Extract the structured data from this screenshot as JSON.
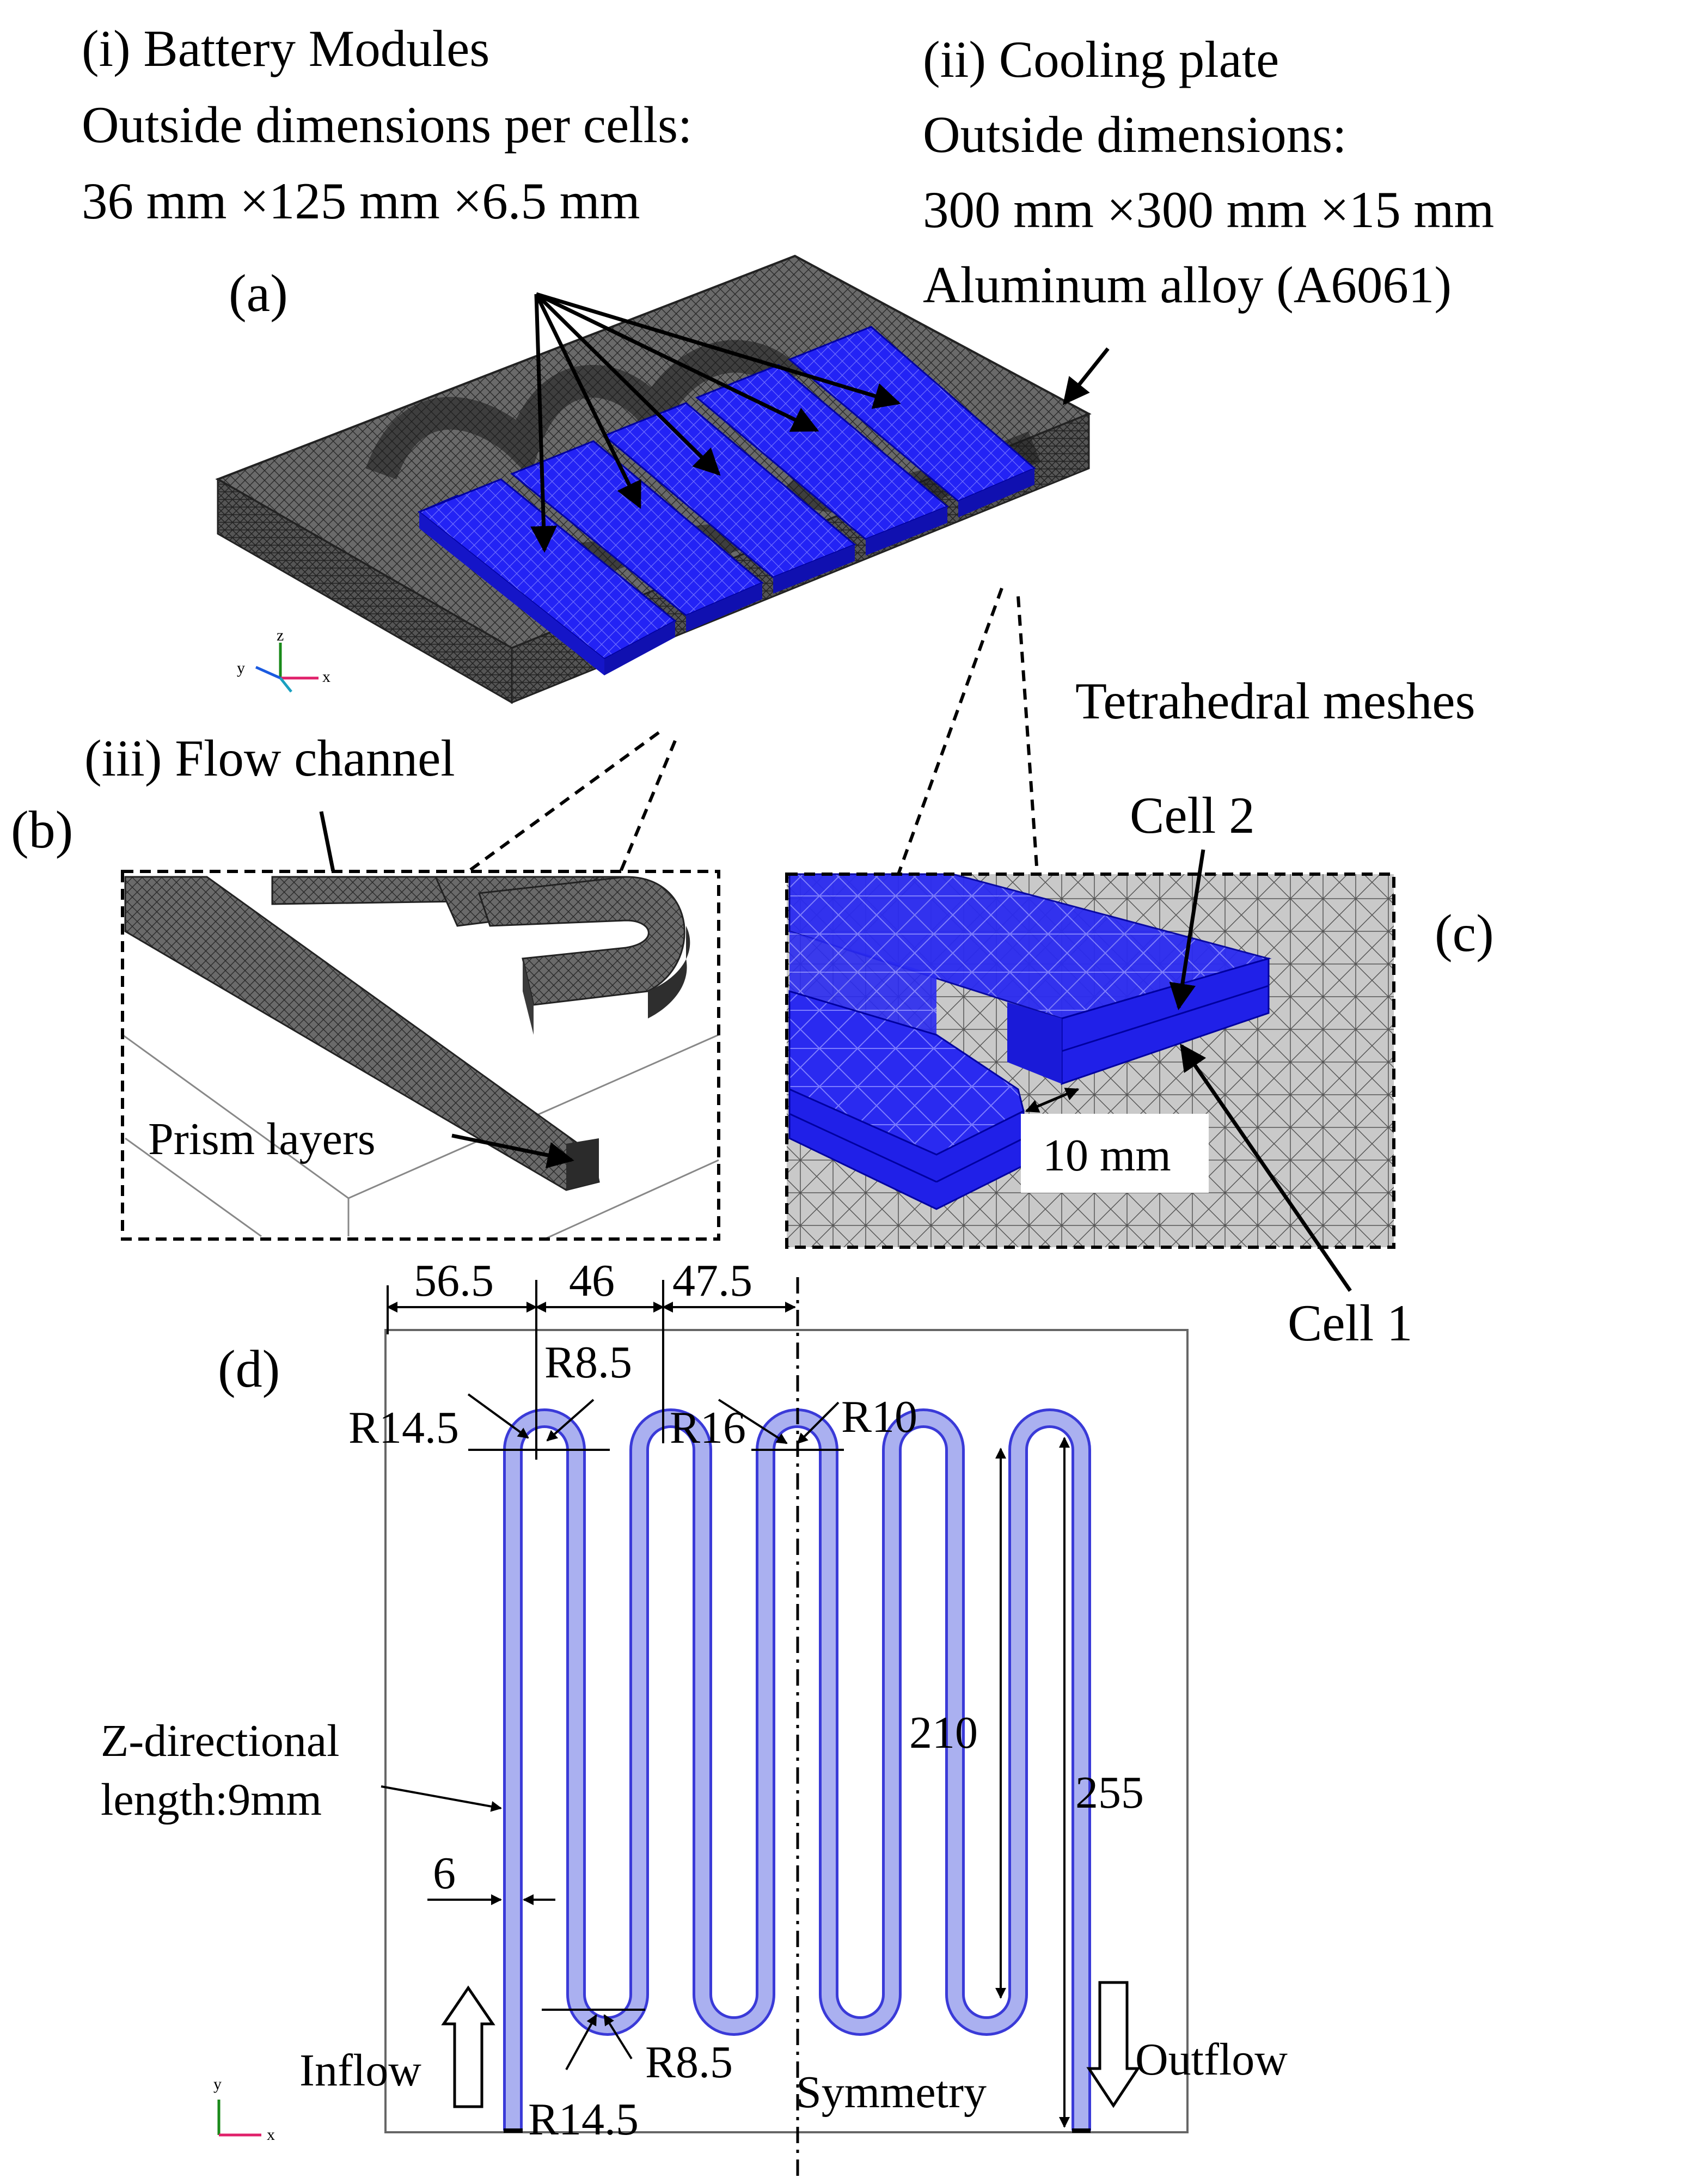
{
  "panel_a": {
    "label": "(a)",
    "battery_title": "(i) Battery Modules",
    "battery_dims_title": "Outside dimensions per cells:",
    "battery_dims": "36 mm ×125 mm ×6.5 mm",
    "plate_title": "(ii) Cooling plate",
    "plate_dims_title": "Outside dimensions:",
    "plate_dims": "300 mm ×300 mm ×15 mm",
    "plate_material": "Aluminum alloy (A6061)",
    "mesh_label": "Tetrahedral meshes",
    "flow_channel_label": "(iii) Flow channel",
    "axes": {
      "x": "x",
      "y": "y",
      "z": "z"
    }
  },
  "panel_b": {
    "label": "(b)",
    "prism_label": "Prism layers"
  },
  "panel_c": {
    "label": "(c)",
    "cell2": "Cell 2",
    "cell1": "Cell 1",
    "gap": "10 mm"
  },
  "panel_d": {
    "label": "(d)",
    "dim_56_5": "56.5",
    "dim_46": "46",
    "dim_47_5": "47.5",
    "r8_5_top": "R8.5",
    "r14_5_top": "R14.5",
    "r16": "R16",
    "r10": "R10",
    "len_210": "210",
    "len_255": "255",
    "zdir_line1": "Z-directional",
    "zdir_line2": "length:9mm",
    "width_6": "6",
    "inflow": "Inflow",
    "outflow": "Outflow",
    "r14_5_bottom": "R14.5",
    "r8_5_bottom": "R8.5",
    "symmetry": "Symmetry",
    "axes": {
      "x": "x",
      "y": "y"
    }
  },
  "colors": {
    "battery_blue": "#2323f5",
    "mesh_dark": "#3c3c3c",
    "channel_fill": "#aab0f0",
    "channel_edge": "#3a3ad8"
  }
}
